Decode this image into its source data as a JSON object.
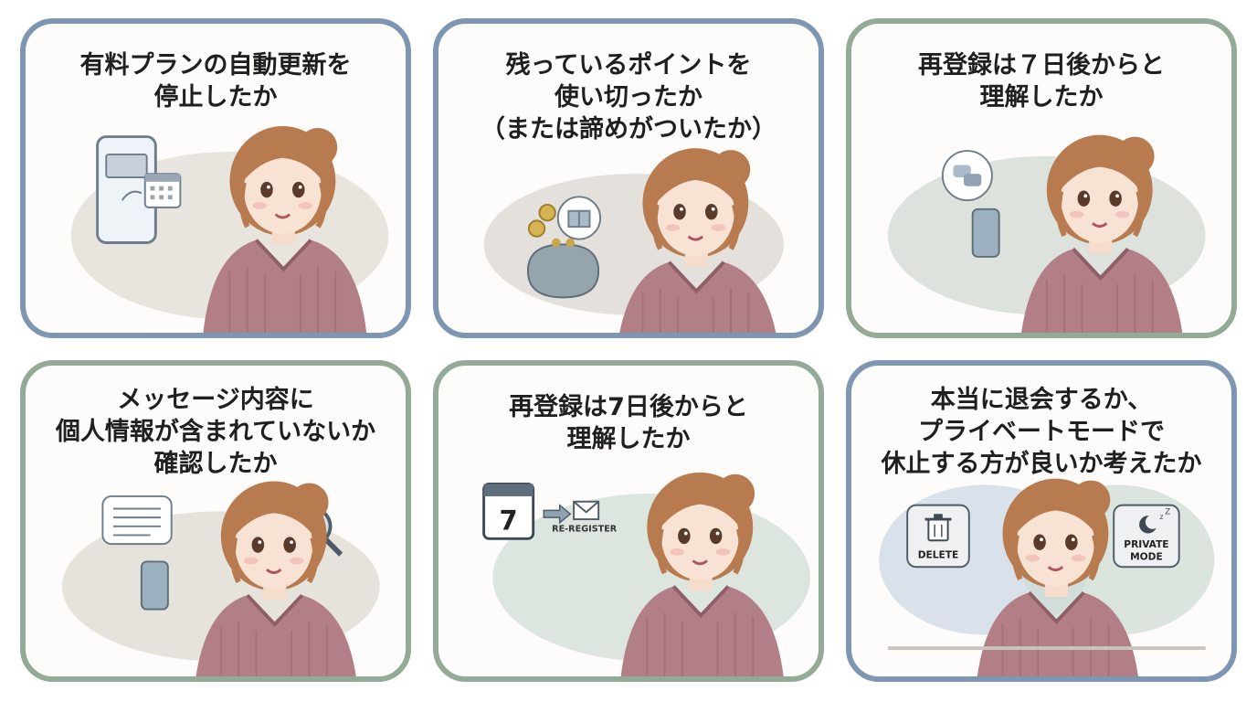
{
  "panels": [
    {
      "title": "有料プランの自動更新を\n停止したか",
      "icons": [
        "smartphone-card-icon",
        "calendar-icon"
      ]
    },
    {
      "title": "残っているポイントを\n使い切ったか\n（または諦めがついたか）",
      "icons": [
        "coin-purse-icon",
        "gift-icon",
        "coin-icon"
      ]
    },
    {
      "title": "再登録は７日後からと\n理解したか",
      "icons": [
        "chat-bubble-icon",
        "smartphone-icon"
      ]
    },
    {
      "title": "メッセージ内容に\n個人情報が含まれていないか\n確認したか",
      "icons": [
        "message-bubble-icon",
        "magnifier-icon",
        "smartphone-icon"
      ]
    },
    {
      "title": "再登録は7日後からと\n理解したか",
      "icons": [
        "calendar-7-icon",
        "arrow-right-icon",
        "envelope-icon"
      ],
      "calendar_day": "7",
      "badge_label": "RE-REGISTER"
    },
    {
      "title": "本当に退会するか、\nプライベートモードで\n休止する方が良いか考えたか",
      "icons": [
        "trash-icon",
        "moon-sleep-icon"
      ],
      "delete_label": "DELETE",
      "private_label_1": "PRIVATE",
      "private_label_2": "MODE"
    }
  ],
  "colors": {
    "blue_border": "#7f96b3",
    "green_border": "#93aa96",
    "sweater": "#b27f86",
    "hair": "#b87b4f"
  }
}
